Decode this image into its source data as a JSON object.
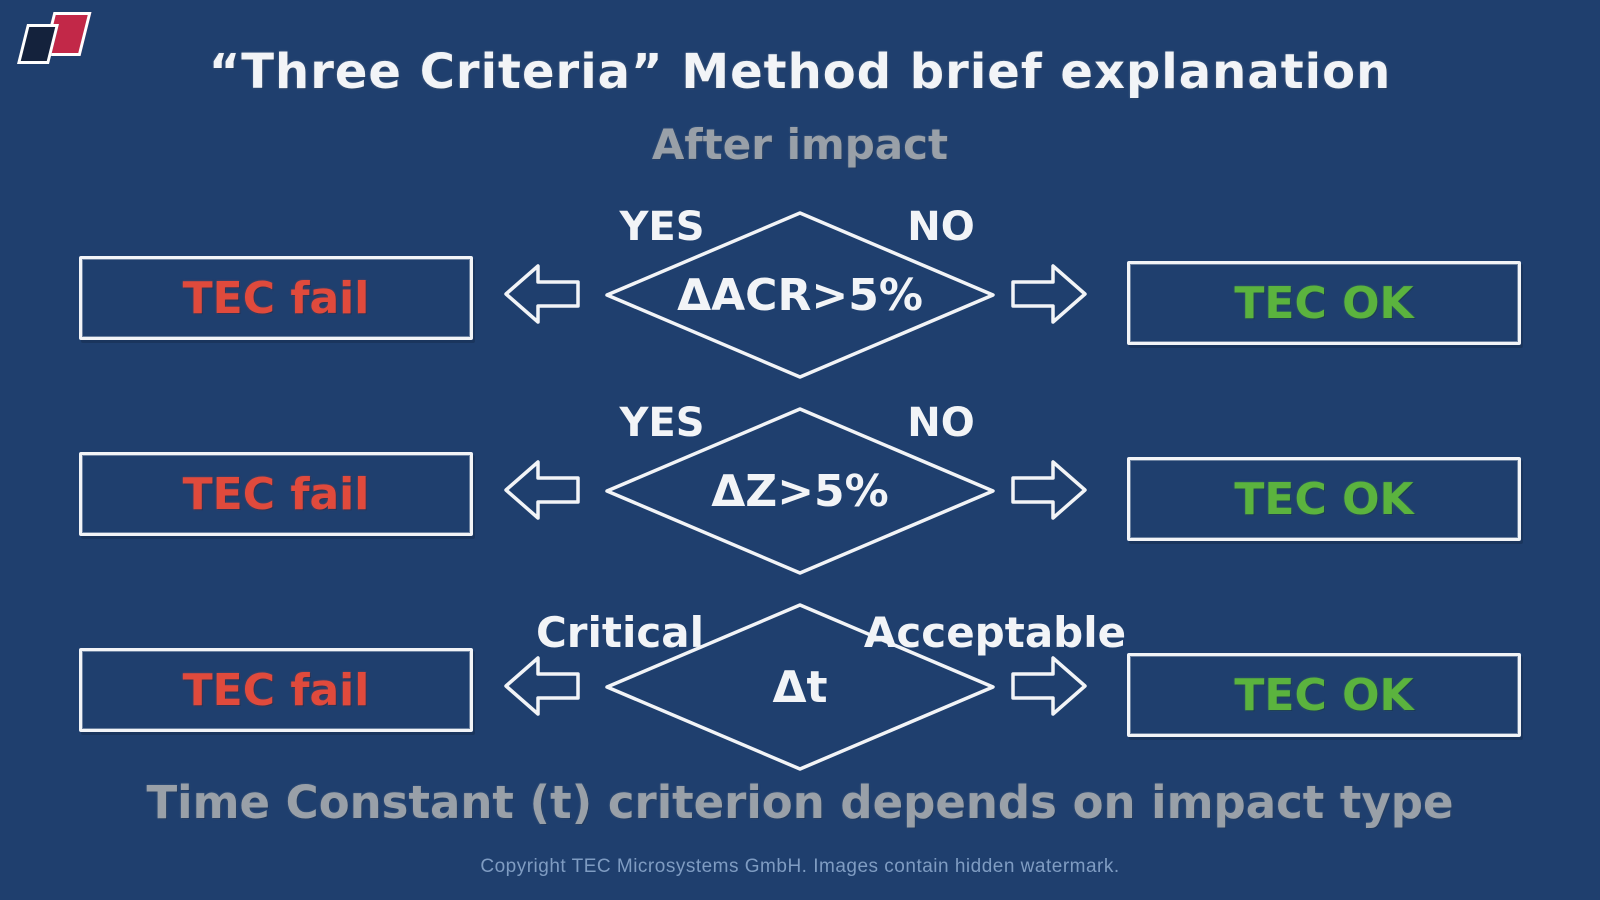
{
  "header": {
    "title": "“Three Criteria” Method brief explanation",
    "subtitle": "After impact"
  },
  "logo": {
    "description": "two overlapping parallelograms"
  },
  "rows": [
    {
      "left_branch_label": "YES",
      "right_branch_label": "NO",
      "condition": "ΔACR>5%",
      "fail_label": "TEC fail",
      "ok_label": "TEC OK"
    },
    {
      "left_branch_label": "YES",
      "right_branch_label": "NO",
      "condition": "ΔZ>5%",
      "fail_label": "TEC fail",
      "ok_label": "TEC OK"
    },
    {
      "left_branch_label": "Critical",
      "right_branch_label": "Acceptable",
      "condition": "Δt",
      "fail_label": "TEC fail",
      "ok_label": "TEC OK"
    }
  ],
  "footer": {
    "note": "Time Constant (t) criterion depends on impact type",
    "copyright": "Copyright TEC Microsystems GmbH. Images contain hidden watermark."
  },
  "colors": {
    "background": "#1f3f6e",
    "chalk_white": "#f2f4f7",
    "chalk_gray": "#99a0a8",
    "fail_red": "#e04a3c",
    "ok_green": "#5bb33e",
    "logo_red": "#c22848",
    "logo_navy": "#14223c",
    "footer_blue": "#7f9cc2"
  }
}
